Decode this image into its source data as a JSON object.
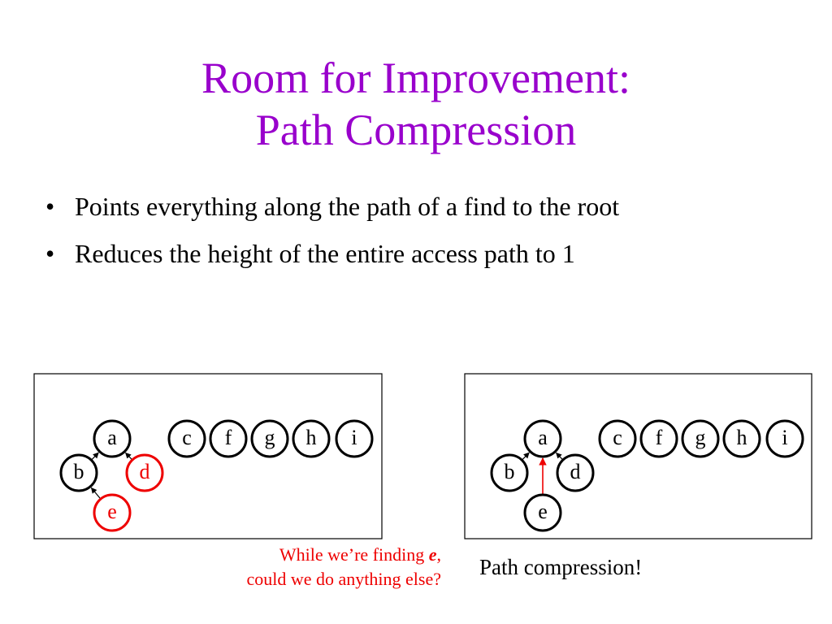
{
  "slide": {
    "title_line1": "Room for Improvement:",
    "title_line2": "Path Compression",
    "title_color": "#9900cc",
    "bullet_glyph": "•",
    "bullets": [
      "Points everything along the path of a find to the root",
      "Reduces the height of the entire access path to 1"
    ]
  },
  "colors": {
    "highlight": "#ee0000",
    "normal": "#000000"
  },
  "diagram_left": {
    "nodes": [
      {
        "id": "a",
        "label": "a",
        "highlight": false
      },
      {
        "id": "b",
        "label": "b",
        "highlight": false
      },
      {
        "id": "d",
        "label": "d",
        "highlight": true
      },
      {
        "id": "e",
        "label": "e",
        "highlight": true
      },
      {
        "id": "c",
        "label": "c",
        "highlight": false
      },
      {
        "id": "f",
        "label": "f",
        "highlight": false
      },
      {
        "id": "g",
        "label": "g",
        "highlight": false
      },
      {
        "id": "h",
        "label": "h",
        "highlight": false
      },
      {
        "id": "i",
        "label": "i",
        "highlight": false
      }
    ],
    "edges": [
      {
        "from": "b",
        "to": "a",
        "highlight": false
      },
      {
        "from": "d",
        "to": "a",
        "highlight": false
      },
      {
        "from": "e",
        "to": "b",
        "highlight": false
      }
    ]
  },
  "diagram_right": {
    "nodes": [
      {
        "id": "a",
        "label": "a",
        "highlight": false
      },
      {
        "id": "b",
        "label": "b",
        "highlight": false
      },
      {
        "id": "d",
        "label": "d",
        "highlight": false
      },
      {
        "id": "e",
        "label": "e",
        "highlight": false
      },
      {
        "id": "c",
        "label": "c",
        "highlight": false
      },
      {
        "id": "f",
        "label": "f",
        "highlight": false
      },
      {
        "id": "g",
        "label": "g",
        "highlight": false
      },
      {
        "id": "h",
        "label": "h",
        "highlight": false
      },
      {
        "id": "i",
        "label": "i",
        "highlight": false
      }
    ],
    "edges": [
      {
        "from": "b",
        "to": "a",
        "highlight": false
      },
      {
        "from": "d",
        "to": "a",
        "highlight": false
      },
      {
        "from": "e",
        "to": "a",
        "highlight": true
      }
    ]
  },
  "captions": {
    "left_line1_prefix": "While we’re finding ",
    "left_line1_emph": "e",
    "left_line1_suffix": ",",
    "left_line2": "could we do anything else?",
    "right": "Path compression!"
  }
}
